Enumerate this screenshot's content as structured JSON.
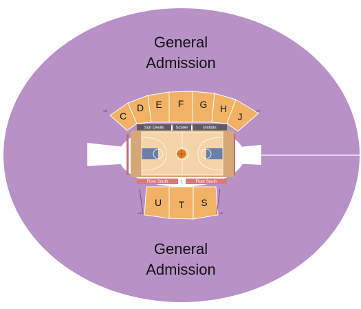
{
  "colors": {
    "general_admission": "#b891c6",
    "section": "#f2b266",
    "section_stroke": "#ffffff",
    "court": "#f1cc9c",
    "court_floor": "#f4d4a8",
    "paint": "#6b7fa8",
    "apron": "#d6a877",
    "bench": "#5d5d5d",
    "floor_row": "#d97a7a",
    "ball": "#f07b1c",
    "concourse": "#ffffff"
  },
  "areas": {
    "ga_north": {
      "line1": "General",
      "line2": "Admission"
    },
    "ga_south": {
      "line1": "General",
      "line2": "Admission"
    }
  },
  "sections_north": [
    "C",
    "D",
    "E",
    "F",
    "G",
    "H",
    "J"
  ],
  "sections_south": [
    "U",
    "T",
    "S"
  ],
  "benches": {
    "home": "Sun Devils",
    "scorer": "Scorer",
    "visitors": "Visitors"
  },
  "floor_rows": {
    "left": "Floor South",
    "right": "Floor South",
    "divider": "1"
  },
  "court": {
    "center_icon": "basketball-icon"
  }
}
